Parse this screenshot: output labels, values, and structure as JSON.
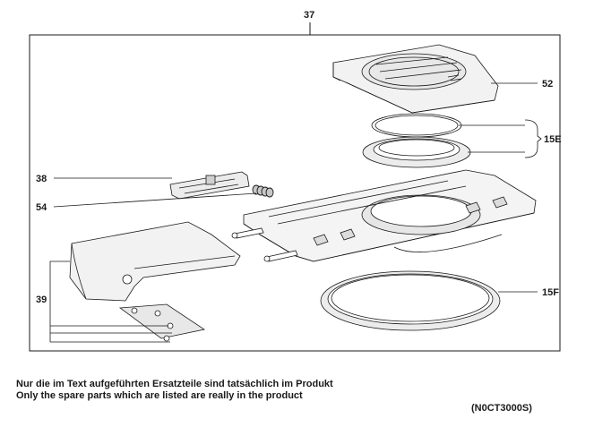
{
  "callouts": {
    "assembly": "37",
    "top_cover": "52",
    "rings_group": "15E",
    "clip": "38",
    "spring": "54",
    "left_group": "39",
    "big_ring": "15F"
  },
  "notes": {
    "german": "Nur die im Text aufgeführten Ersatzteile sind tatsächlich im Produkt",
    "english": "Only the spare parts which are listed are really in the product"
  },
  "drawing_code": "(N0CT3000S)",
  "colors": {
    "line": "#1a1a1a",
    "part_fill": "#f2f2f2",
    "shade": "#c8c8c8"
  }
}
